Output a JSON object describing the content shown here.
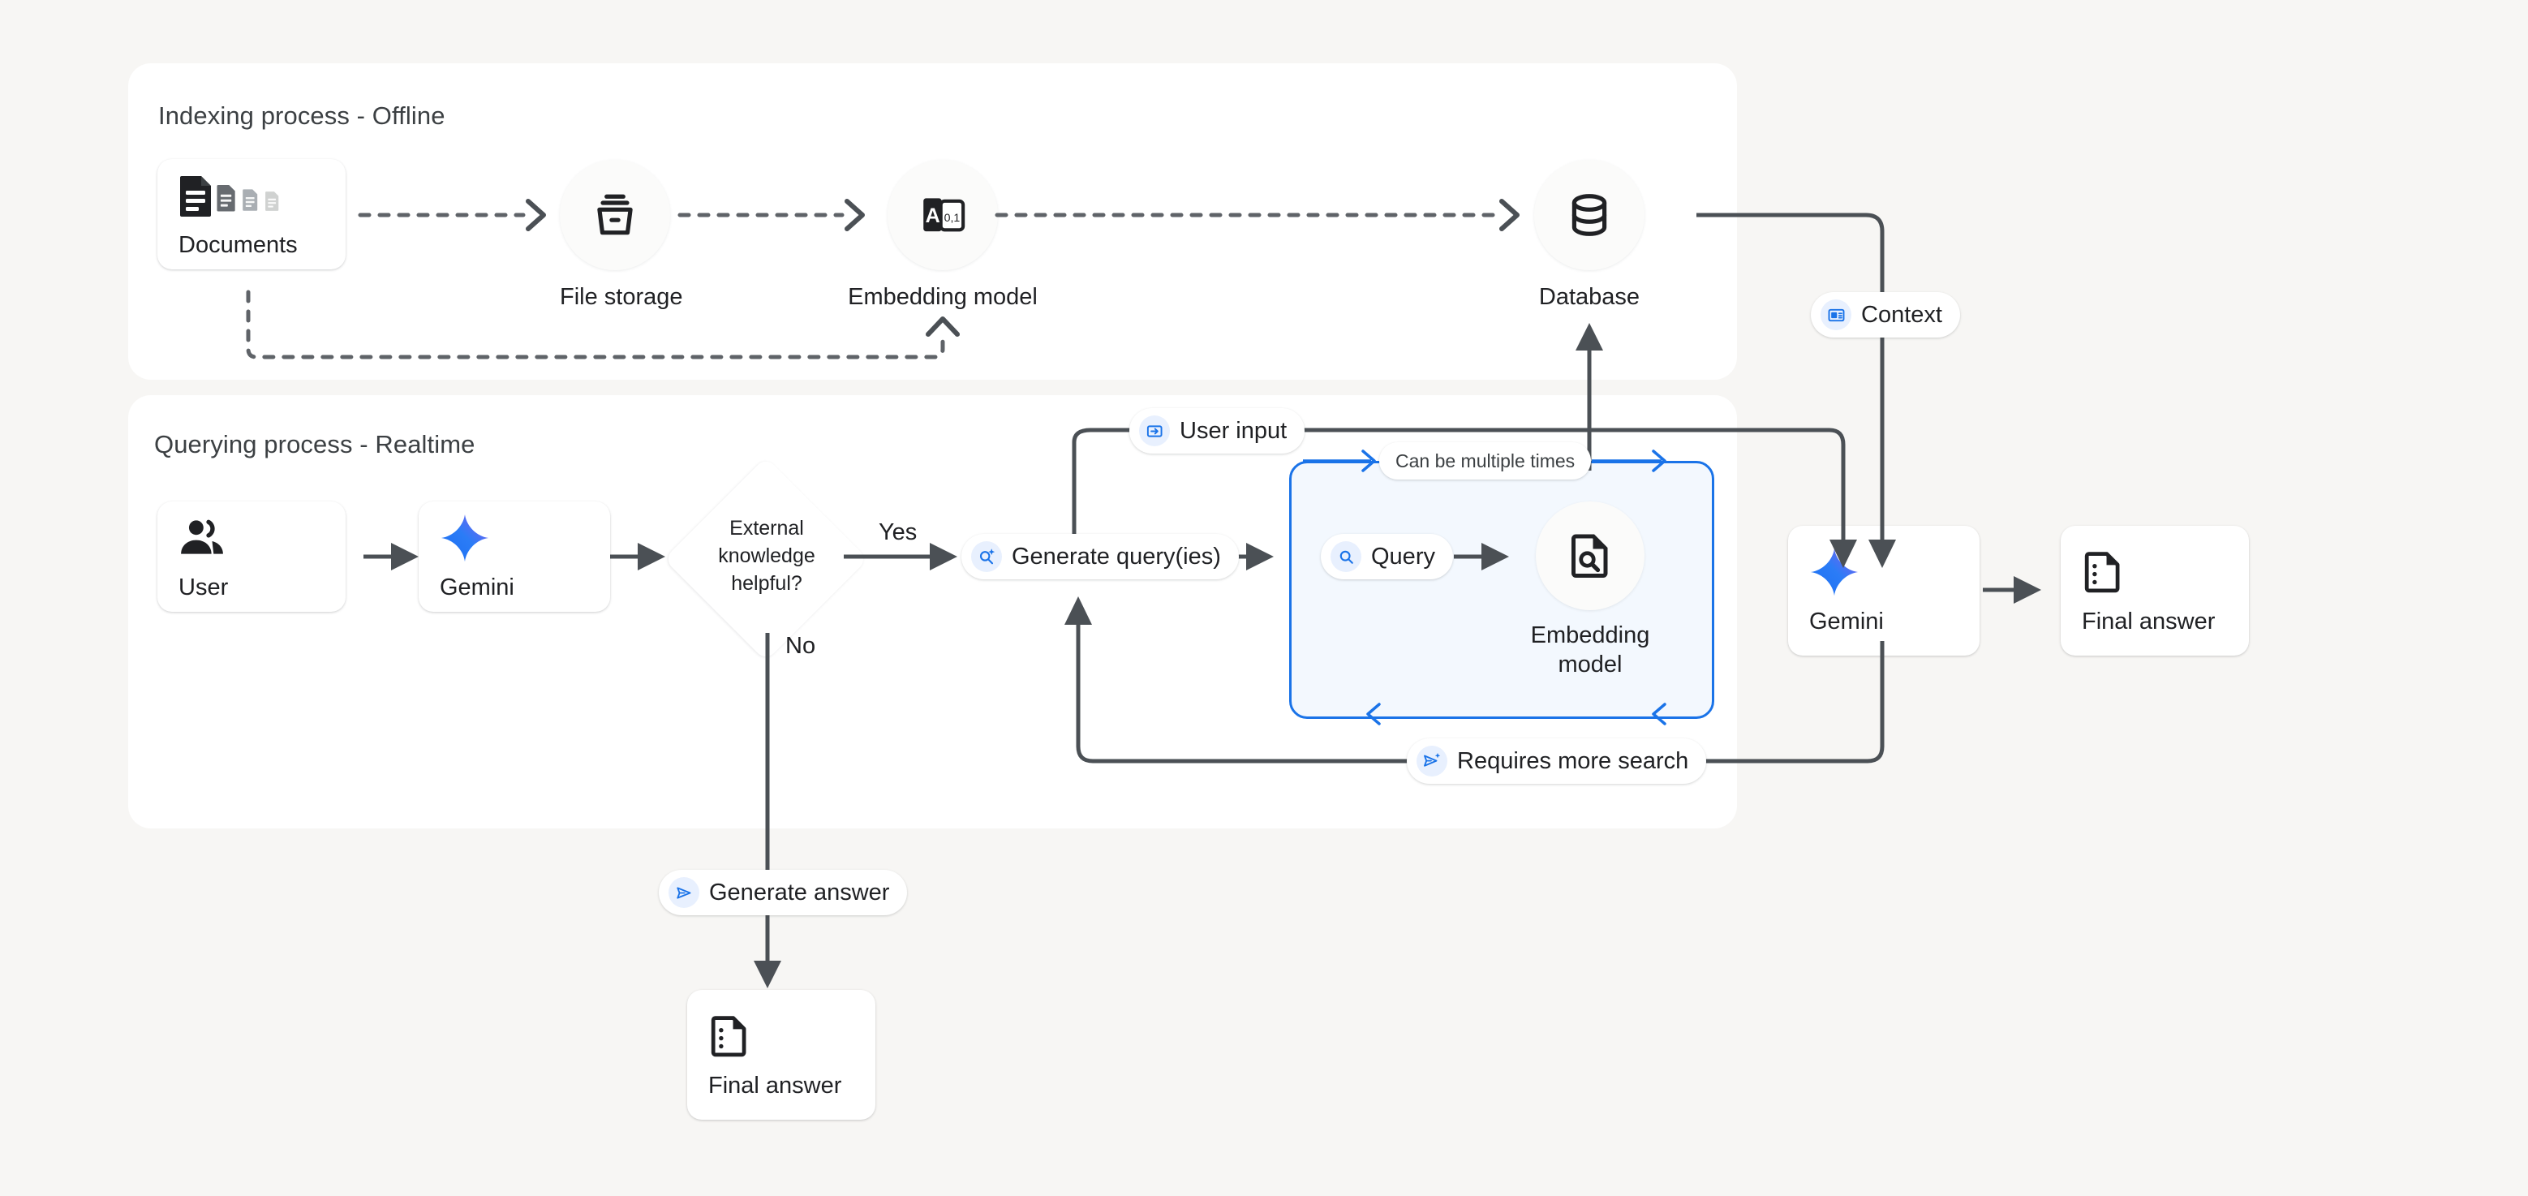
{
  "page": {
    "background": "#f7f6f4",
    "accent_blue": "#1a73e8",
    "loop_fill": "#f3f8fe"
  },
  "panels": [
    {
      "id": "indexing",
      "title": "Indexing process - Offline"
    },
    {
      "id": "querying",
      "title": "Querying process - Realtime"
    }
  ],
  "indexing": {
    "documents": {
      "label": "Documents",
      "icon": "documents-icon"
    },
    "file_storage": {
      "label": "File storage",
      "icon": "file-storage-icon"
    },
    "embedding_model": {
      "label": "Embedding model",
      "icon": "text-to-vector-icon"
    },
    "database": {
      "label": "Database",
      "icon": "database-icon"
    }
  },
  "querying": {
    "user": {
      "label": "User",
      "icon": "user-group-icon"
    },
    "gemini": {
      "label": "Gemini",
      "icon": "gemini-sparkle-icon"
    },
    "decision": {
      "label": "External knowledge helpful?",
      "yes": "Yes",
      "no": "No"
    },
    "generate_query": {
      "label": "Generate query(ies)",
      "icon": "search-sparkle-icon"
    },
    "loop_note": {
      "label": "Can be multiple times"
    },
    "query": {
      "label": "Query",
      "icon": "search-icon"
    },
    "loop_embedding_model": {
      "label": "Embedding model",
      "icon": "document-search-icon"
    },
    "requires_more_search": {
      "label": "Requires more search",
      "icon": "send-sparkle-icon"
    },
    "user_input": {
      "label": "User input",
      "icon": "input-arrow-icon"
    }
  },
  "output": {
    "context": {
      "label": "Context",
      "icon": "article-icon"
    },
    "gemini_final": {
      "label": "Gemini",
      "icon": "gemini-sparkle-icon"
    },
    "final_answer_right": {
      "label": "Final answer",
      "icon": "answer-doc-icon"
    },
    "generate_answer": {
      "label": "Generate answer",
      "icon": "send-icon"
    },
    "final_answer_bottom": {
      "label": "Final answer",
      "icon": "answer-doc-icon"
    }
  }
}
